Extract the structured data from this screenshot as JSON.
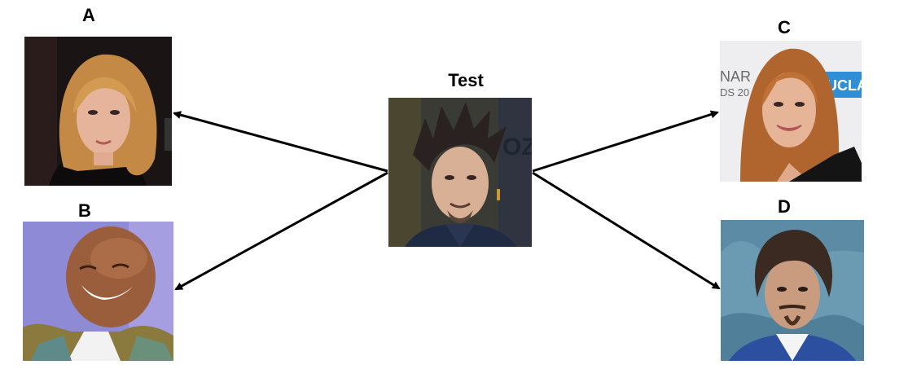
{
  "test": {
    "label": "Test"
  },
  "options": [
    {
      "id": "A",
      "label": "A"
    },
    {
      "id": "B",
      "label": "B"
    },
    {
      "id": "C",
      "label": "C"
    },
    {
      "id": "D",
      "label": "D"
    }
  ]
}
